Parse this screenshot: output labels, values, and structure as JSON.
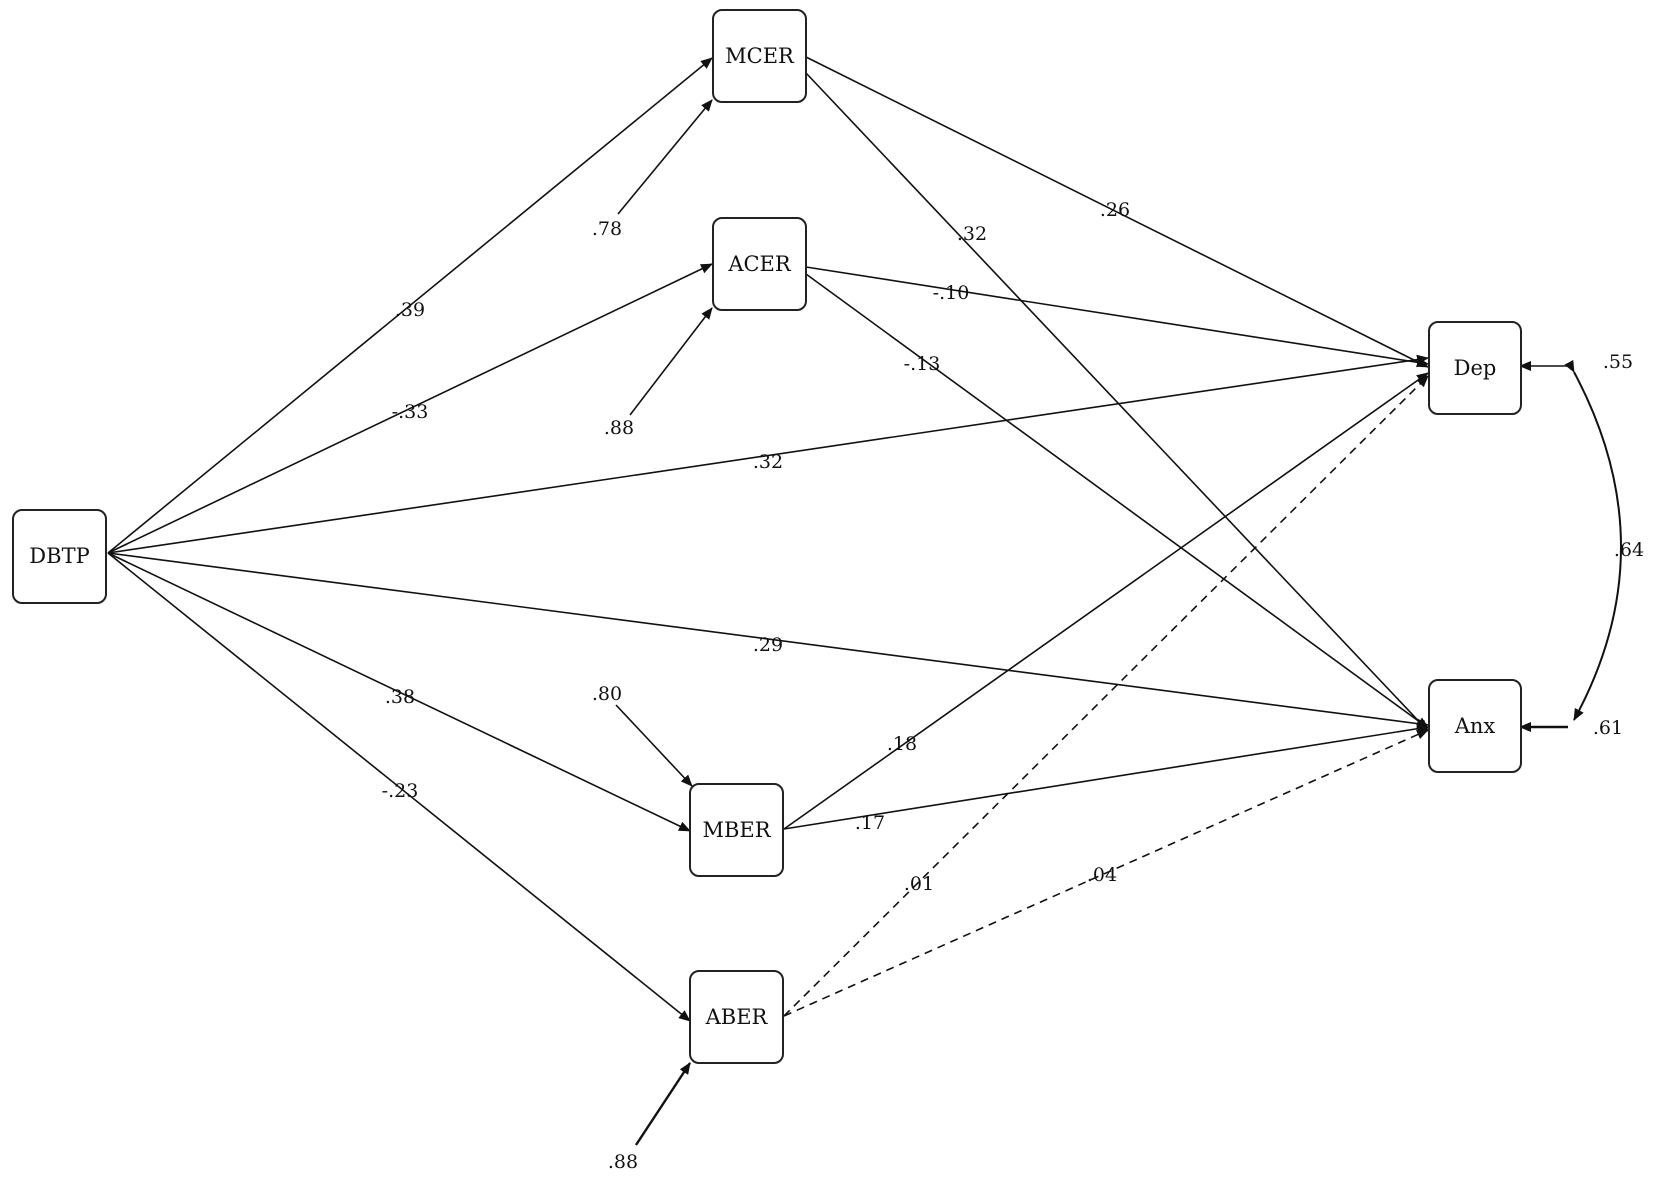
{
  "diagram": {
    "nodes": {
      "dbtp": "DBTP",
      "mcer": "MCER",
      "acer": "ACER",
      "mber": "MBER",
      "aber": "ABER",
      "dep": "Dep",
      "anx": "Anx"
    },
    "paths": {
      "dbtp_mcer": ".39",
      "dbtp_acer": "-.33",
      "dbtp_dep": ".32",
      "dbtp_anx": ".29",
      "dbtp_mber": ".38",
      "dbtp_aber": "-.23",
      "mcer_dep": ".26",
      "mcer_anx": ".32",
      "acer_dep": "-.10",
      "acer_anx": "-.13",
      "mber_dep": ".18",
      "mber_anx": ".17",
      "aber_dep": ".01",
      "aber_anx": ".04"
    },
    "residuals": {
      "mcer": ".78",
      "acer": ".88",
      "mber": ".80",
      "aber": ".88",
      "dep": ".55",
      "anx": ".61"
    },
    "correlation_dep_anx": ".64"
  },
  "colors": {
    "line": "#111111",
    "box_border": "#222222",
    "background": "#ffffff"
  }
}
